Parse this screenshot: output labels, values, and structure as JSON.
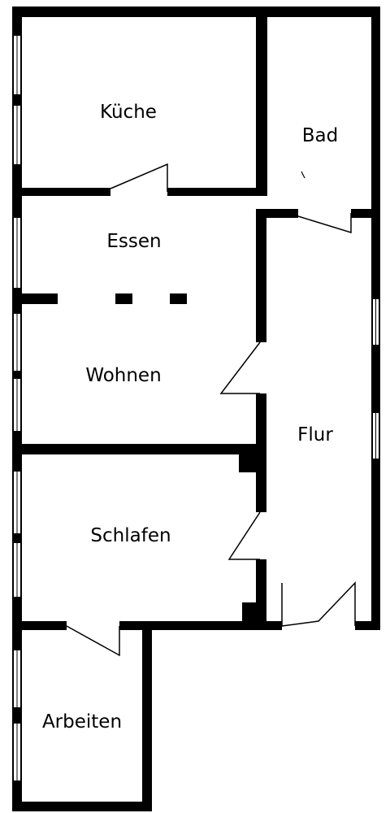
{
  "rooms": {
    "kueche": "Küche",
    "bad": "Bad",
    "essen": "Essen",
    "wohnen": "Wohnen",
    "flur": "Flur",
    "schlafen": "Schlafen",
    "arbeiten": "Arbeiten"
  },
  "colors": {
    "wall": "#000000",
    "background": "#ffffff"
  }
}
